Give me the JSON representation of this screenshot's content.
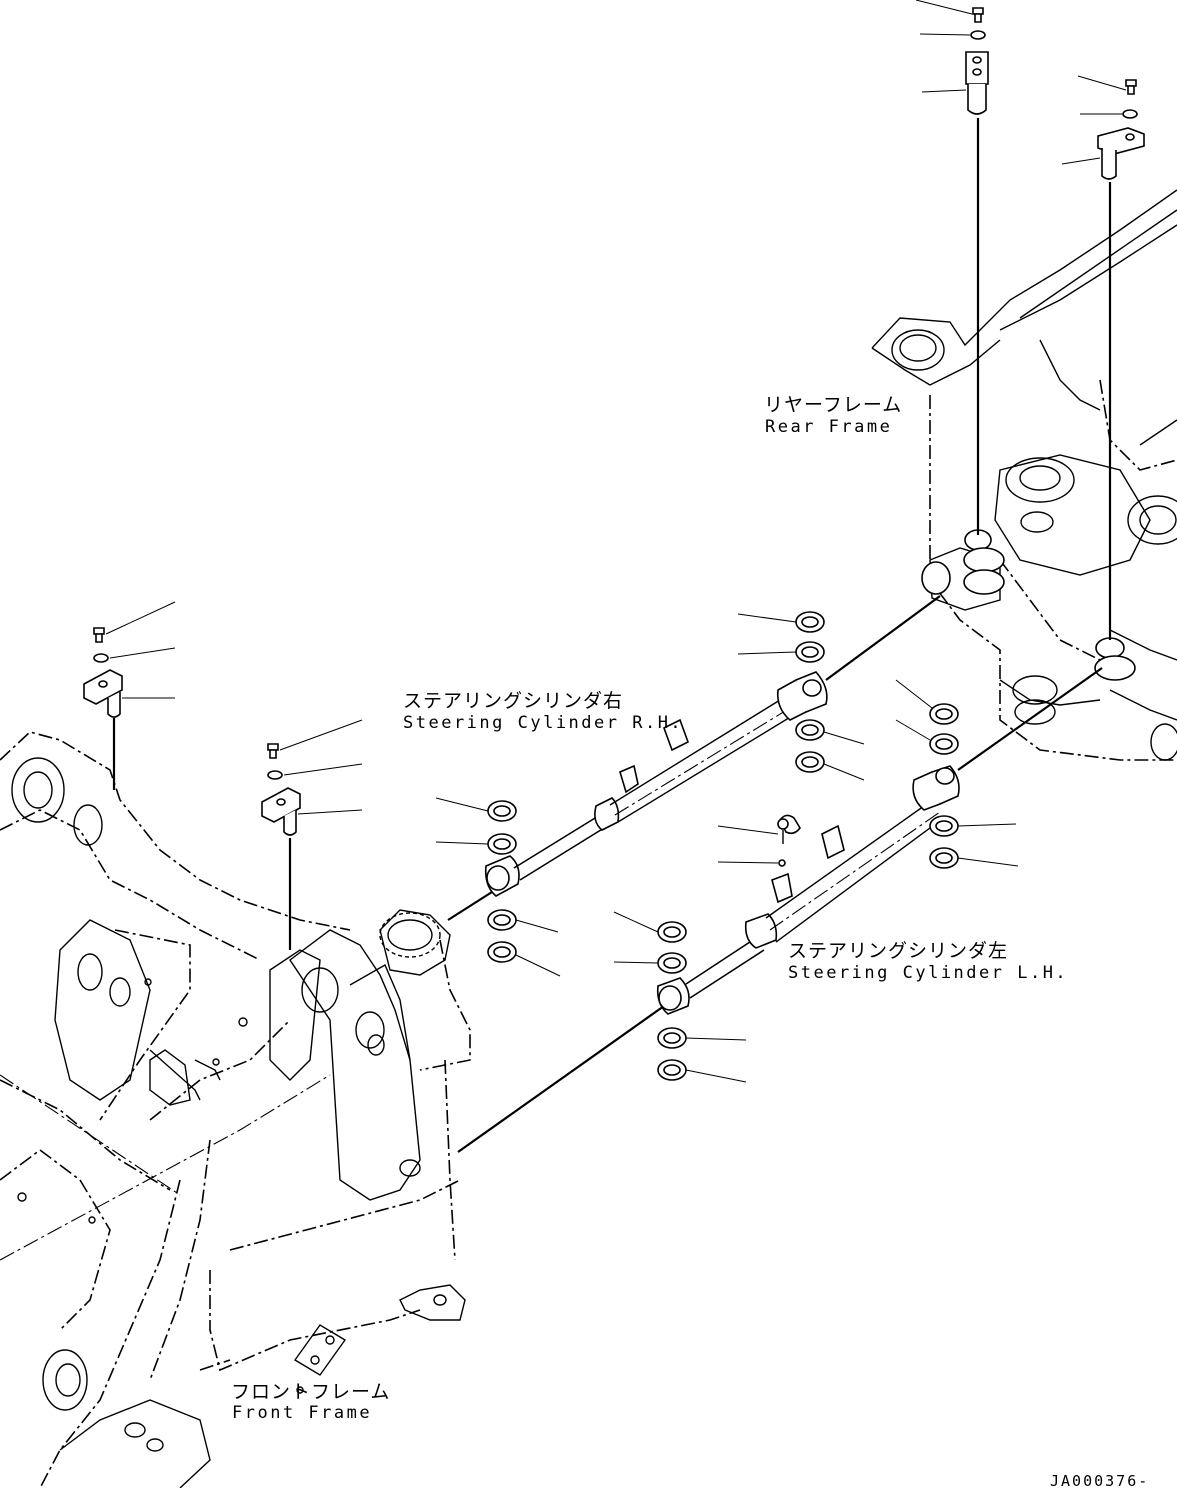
{
  "labels": {
    "rear_frame": {
      "jp": "リヤーフレーム",
      "en": "Rear Frame"
    },
    "front_frame": {
      "jp": "フロントフレーム",
      "en": "Front Frame"
    },
    "steering_cylinder_rh": {
      "jp": "ステアリングシリンダ右",
      "en": "Steering Cylinder R.H."
    },
    "steering_cylinder_lh": {
      "jp": "ステアリングシリンダ左",
      "en": "Steering Cylinder L.H."
    }
  },
  "drawing_code": "JA000376-"
}
